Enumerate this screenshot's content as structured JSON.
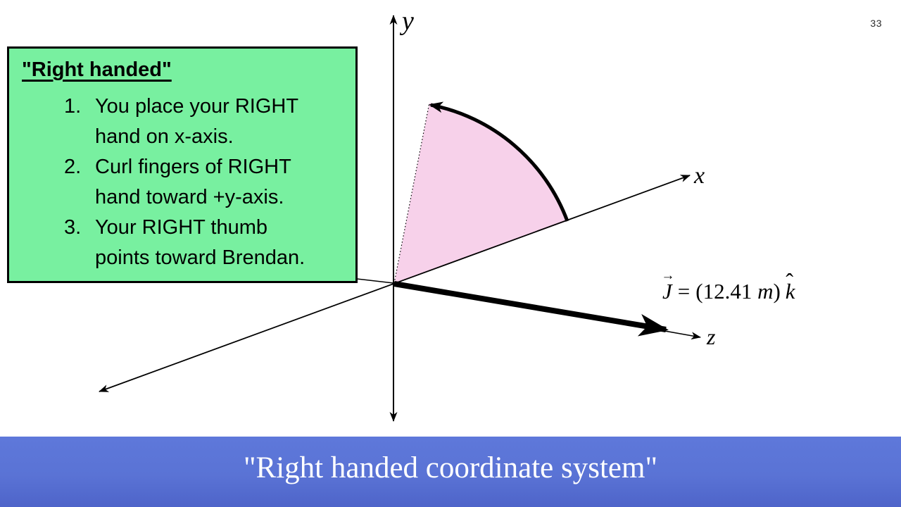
{
  "page": {
    "number": "33"
  },
  "info_box": {
    "title": "\"Right handed\"",
    "bg_color": "#78f0a0",
    "items": [
      {
        "num": "1.",
        "lines": [
          "You place your RIGHT",
          "hand on x-axis."
        ]
      },
      {
        "num": "2.",
        "lines": [
          "Curl fingers of RIGHT",
          "hand toward +y-axis."
        ]
      },
      {
        "num": "3.",
        "lines": [
          "Your RIGHT thumb",
          "points toward Brendan."
        ]
      }
    ]
  },
  "diagram": {
    "axis_labels": {
      "x": "x",
      "y": "y",
      "z": "z"
    },
    "rotation_fill": "#f7d1ea",
    "vector_label": {
      "arrow": "→",
      "symbol": "J",
      "equals": "=",
      "open": "(",
      "magnitude": "12.41",
      "unit": "m",
      "close": ")",
      "hat": "ˆ",
      "unit_vector": "k"
    }
  },
  "footer": {
    "title": "\"Right handed coordinate system\"",
    "bg_color": "#5a73d5"
  }
}
